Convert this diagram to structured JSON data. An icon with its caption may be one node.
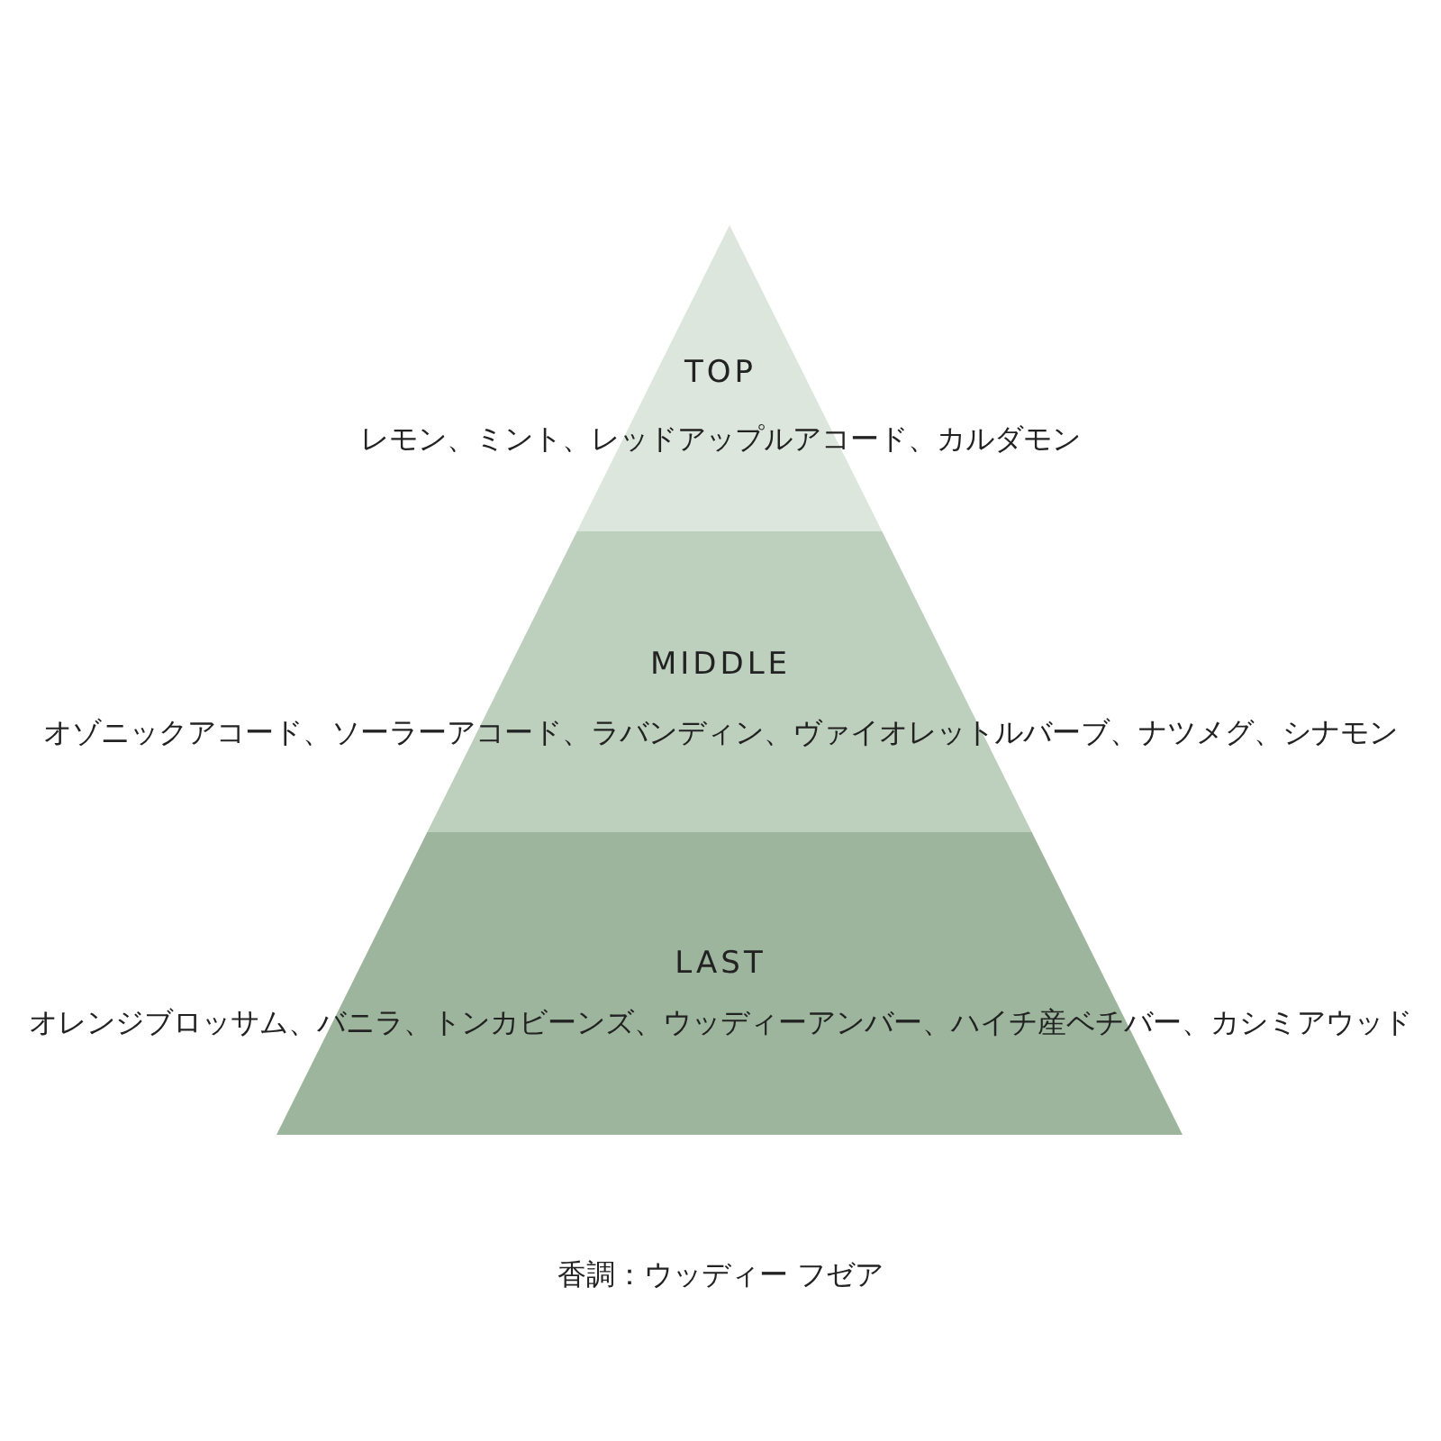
{
  "diagram": {
    "caption": "香調：ウッディー フゼア",
    "nodes": [
      {
        "text": [
          "TOP",
          "レモン、ミント、レッドアップルアコード、カルダモン"
        ]
      },
      {
        "text": [
          "MIDDLE",
          "オゾニックアコード、ソーラーアコード、ラバンディン、ヴァイオレットルバーブ、ナツメグ、シナモン"
        ]
      },
      {
        "text": [
          "LAST",
          "オレンジブロッサム、バニラ、トンカビーンズ、ウッディーアンバー、ハイチ産ベチバー、カシミアウッド"
        ]
      }
    ]
  }
}
